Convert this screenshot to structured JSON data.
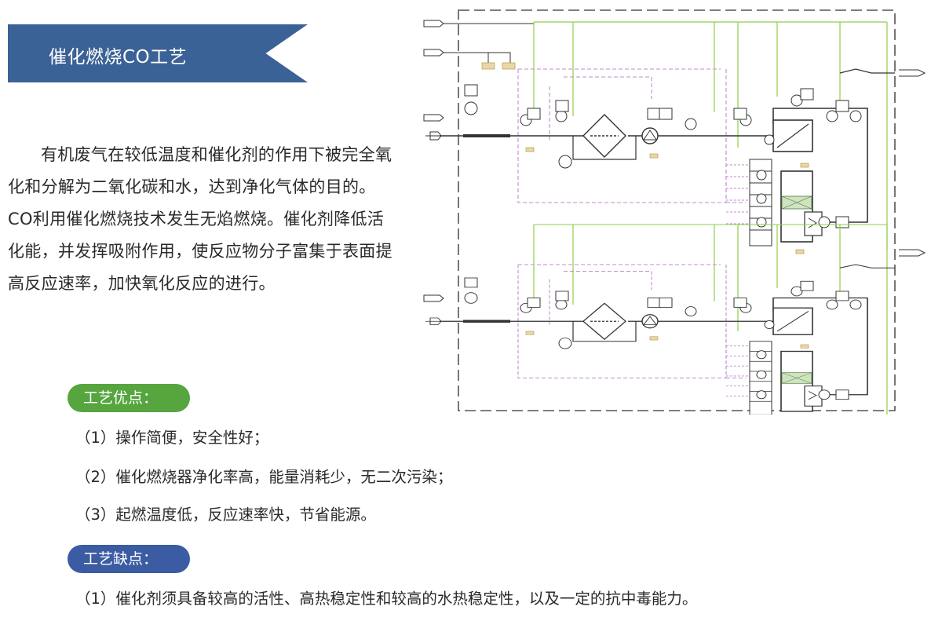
{
  "title": "催化燃烧CO工艺",
  "intro": "有机废气在较低温度和催化剂的作用下被完全氧化和分解为二氧化碳和水，达到净化气体的目的。CO利用催化燃烧技术发生无焰燃烧。催化剂降低活化能，并发挥吸附作用，使反应物分子富集于表面提高反应速率，加快氧化反应的进行。",
  "advantages": {
    "label": "工艺优点：",
    "items": [
      "（1）操作简便，安全性好；",
      "（2）催化燃烧器净化率高，能量消耗少，无二次污染；",
      "（3）起燃温度低，反应速率快，节省能源。"
    ]
  },
  "disadvantages": {
    "label": "工艺缺点：",
    "items": [
      "（1）催化剂须具备较高的活性、高热稳定性和较高的水热稳定性，以及一定的抗中毒能力。"
    ]
  },
  "colors": {
    "banner": "#3b6296",
    "green_pill": "#56a53f",
    "blue_pill": "#3b5ba3",
    "green_line": "#8fce4a",
    "purple_line": "#c48ad0",
    "instrument_fill": "#e9d7a8"
  }
}
